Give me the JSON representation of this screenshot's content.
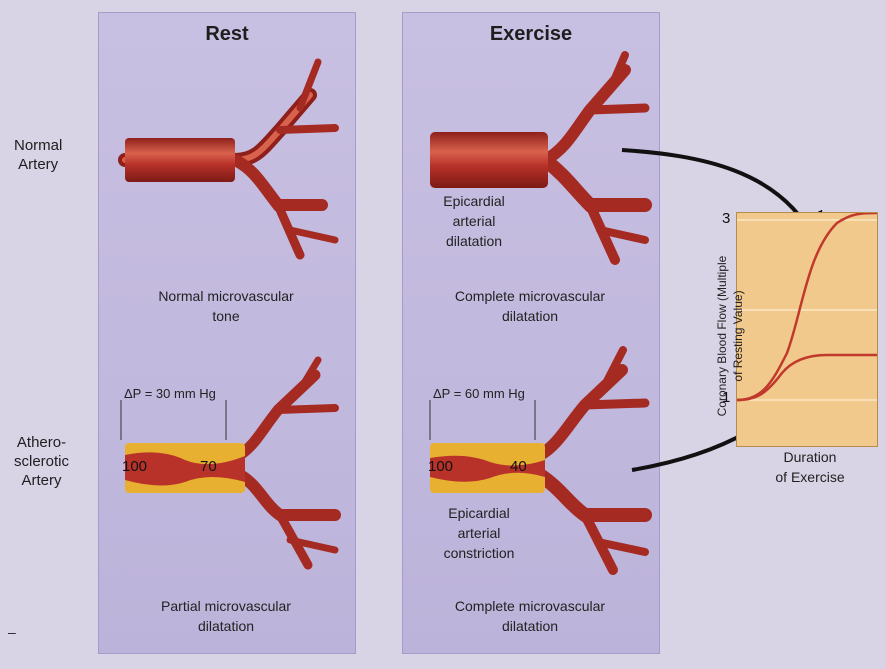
{
  "columns": {
    "rest_title": "Rest",
    "exercise_title": "Exercise"
  },
  "rows": {
    "normal_label_line1": "Normal",
    "normal_label_line2": "Artery",
    "athero_label_line1": "Athero-",
    "athero_label_line2": "sclerotic",
    "athero_label_line3": "Artery"
  },
  "rest_normal": {
    "caption_line1": "Normal microvascular",
    "caption_line2": "tone"
  },
  "rest_athero": {
    "pressure_label": "ΔP = 30 mm Hg",
    "pressure_in": "100",
    "pressure_out": "70",
    "caption_line1": "Partial microvascular",
    "caption_line2": "dilatation"
  },
  "exercise_normal": {
    "annotation_line1": "Epicardial",
    "annotation_line2": "arterial",
    "annotation_line3": "dilatation",
    "caption_line1": "Complete microvascular",
    "caption_line2": "dilatation"
  },
  "exercise_athero": {
    "pressure_label": "ΔP = 60 mm Hg",
    "pressure_in": "100",
    "pressure_out": "40",
    "annotation_line1": "Epicardial",
    "annotation_line2": "arterial",
    "annotation_line3": "constriction",
    "caption_line1": "Complete microvascular",
    "caption_line2": "dilatation"
  },
  "graph": {
    "ylabel_line1": "Coronary Blood Flow (Multiple",
    "ylabel_line2": "of Resting Value)",
    "xlabel_line1": "Duration",
    "xlabel_line2": "of Exercise",
    "tick_top": "3",
    "tick_bottom": "1"
  },
  "footnote": "–",
  "colors": {
    "artery": "#b8322a",
    "artery_highlight": "#e07a62",
    "plaque": "#e8b030",
    "chart_bg": "#f2c98c",
    "curve": "#c0392b",
    "arrow": "#111111"
  }
}
